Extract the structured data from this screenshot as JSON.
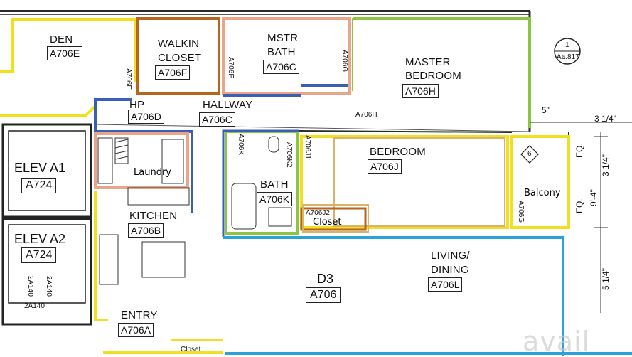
{
  "colors": {
    "yellow": "#f2e020",
    "blue": "#3a5fb5",
    "cyan": "#2ba3d9",
    "green": "#8cc63f",
    "brown": "#b5651d",
    "salmon": "#e9a58a",
    "tan": "#d9b36c",
    "wall": "#2b2b2b"
  },
  "rooms": {
    "den": {
      "name": "DEN",
      "code": "A706E"
    },
    "walkin": {
      "name_line1": "WALKIN",
      "name_line2": "CLOSET",
      "code": "A706F"
    },
    "mstr_bath": {
      "name_line1": "MSTR",
      "name_line2": "BATH",
      "code": "A706C"
    },
    "master_bedroom": {
      "name_line1": "MASTER",
      "name_line2": "BEDROOM",
      "code": "A706H"
    },
    "hp": {
      "name": "HP",
      "code": "A706D"
    },
    "hallway": {
      "name": "HALLWAY",
      "code": "A706C"
    },
    "bedroom": {
      "name": "BEDROOM",
      "code": "A706J"
    },
    "bath": {
      "name": "BATH",
      "code": "A706K"
    },
    "closet_j2": {
      "code": "A706J2"
    },
    "living": {
      "name_line1": "LIVING/",
      "name_line2": "DINING",
      "code": "A706L"
    },
    "kitchen": {
      "name": "KITCHEN",
      "code": "A706B"
    },
    "d3": {
      "name": "D3",
      "code": "A706"
    },
    "entry": {
      "name": "ENTRY",
      "code": "A706A"
    },
    "elev1": {
      "name": "ELEV A1",
      "code": "A724"
    },
    "elev2": {
      "name": "ELEV A2",
      "code": "A724"
    }
  },
  "annotations": {
    "laundry": "Laundry",
    "closet": "Closet",
    "closet_bottom": "Closet",
    "balcony": "Balcony",
    "door_tags": [
      "A706E",
      "A706F",
      "A706G",
      "A706H",
      "A706K",
      "A706K2",
      "A706J1",
      "A706G"
    ],
    "balcony_tag": "6",
    "section_num": "1",
    "section_ref": "Aa.817",
    "elev_small_1": "2A140",
    "elev_small_2": "2A140",
    "elev_small_3": "2A140"
  },
  "dimensions": {
    "d1": "5\"",
    "d2": "3 1/4\"",
    "d3": "EQ.",
    "d4": "3 1/4\"",
    "d5": "9'-4\"",
    "d6": "EQ.",
    "d7": "5 1/4\""
  },
  "watermark": "avail"
}
